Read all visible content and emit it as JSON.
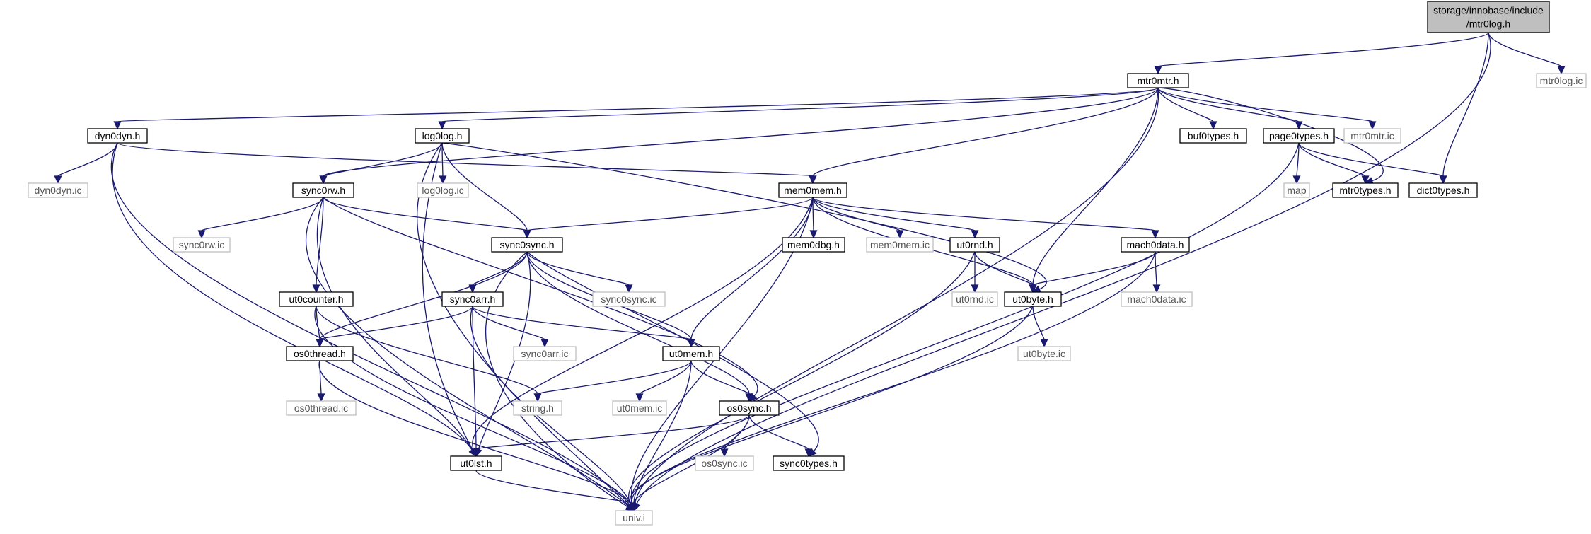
{
  "colors": {
    "edge": "#191970",
    "node_border": "#000000",
    "node_border_grey": "#bfbfbf",
    "root_fill": "#bfbfbf",
    "background": "#ffffff"
  },
  "nodes": [
    {
      "id": "mtr0log_h",
      "lines": [
        "storage/innobase/include",
        "/mtr0log.h"
      ],
      "style": "root"
    },
    {
      "id": "mtr0mtr_h",
      "lines": [
        "mtr0mtr.h"
      ],
      "style": "normal"
    },
    {
      "id": "mtr0log_ic",
      "lines": [
        "mtr0log.ic"
      ],
      "style": "grey"
    },
    {
      "id": "dyn0dyn_h",
      "lines": [
        "dyn0dyn.h"
      ],
      "style": "normal"
    },
    {
      "id": "log0log_h",
      "lines": [
        "log0log.h"
      ],
      "style": "normal"
    },
    {
      "id": "buf0types_h",
      "lines": [
        "buf0types.h"
      ],
      "style": "normal"
    },
    {
      "id": "page0types_h",
      "lines": [
        "page0types.h"
      ],
      "style": "normal"
    },
    {
      "id": "mtr0mtr_ic",
      "lines": [
        "mtr0mtr.ic"
      ],
      "style": "grey"
    },
    {
      "id": "dyn0dyn_ic",
      "lines": [
        "dyn0dyn.ic"
      ],
      "style": "grey"
    },
    {
      "id": "sync0rw_h",
      "lines": [
        "sync0rw.h"
      ],
      "style": "normal"
    },
    {
      "id": "log0log_ic",
      "lines": [
        "log0log.ic"
      ],
      "style": "grey"
    },
    {
      "id": "mem0mem_h",
      "lines": [
        "mem0mem.h"
      ],
      "style": "normal"
    },
    {
      "id": "map",
      "lines": [
        "map"
      ],
      "style": "grey"
    },
    {
      "id": "mtr0types_h",
      "lines": [
        "mtr0types.h"
      ],
      "style": "normal"
    },
    {
      "id": "dict0types_h",
      "lines": [
        "dict0types.h"
      ],
      "style": "normal"
    },
    {
      "id": "sync0rw_ic",
      "lines": [
        "sync0rw.ic"
      ],
      "style": "grey"
    },
    {
      "id": "sync0sync_h",
      "lines": [
        "sync0sync.h"
      ],
      "style": "normal"
    },
    {
      "id": "mem0dbg_h",
      "lines": [
        "mem0dbg.h"
      ],
      "style": "normal"
    },
    {
      "id": "mem0mem_ic",
      "lines": [
        "mem0mem.ic"
      ],
      "style": "grey"
    },
    {
      "id": "ut0rnd_h",
      "lines": [
        "ut0rnd.h"
      ],
      "style": "normal"
    },
    {
      "id": "mach0data_h",
      "lines": [
        "mach0data.h"
      ],
      "style": "normal"
    },
    {
      "id": "ut0counter_h",
      "lines": [
        "ut0counter.h"
      ],
      "style": "normal"
    },
    {
      "id": "sync0arr_h",
      "lines": [
        "sync0arr.h"
      ],
      "style": "normal"
    },
    {
      "id": "sync0sync_ic",
      "lines": [
        "sync0sync.ic"
      ],
      "style": "grey"
    },
    {
      "id": "ut0rnd_ic",
      "lines": [
        "ut0rnd.ic"
      ],
      "style": "grey"
    },
    {
      "id": "ut0byte_h",
      "lines": [
        "ut0byte.h"
      ],
      "style": "normal"
    },
    {
      "id": "mach0data_ic",
      "lines": [
        "mach0data.ic"
      ],
      "style": "grey"
    },
    {
      "id": "os0thread_h",
      "lines": [
        "os0thread.h"
      ],
      "style": "normal"
    },
    {
      "id": "sync0arr_ic",
      "lines": [
        "sync0arr.ic"
      ],
      "style": "grey"
    },
    {
      "id": "ut0mem_h",
      "lines": [
        "ut0mem.h"
      ],
      "style": "normal"
    },
    {
      "id": "ut0byte_ic",
      "lines": [
        "ut0byte.ic"
      ],
      "style": "grey"
    },
    {
      "id": "os0thread_ic",
      "lines": [
        "os0thread.ic"
      ],
      "style": "grey"
    },
    {
      "id": "string_h",
      "lines": [
        "string.h"
      ],
      "style": "grey"
    },
    {
      "id": "ut0mem_ic",
      "lines": [
        "ut0mem.ic"
      ],
      "style": "grey"
    },
    {
      "id": "os0sync_h",
      "lines": [
        "os0sync.h"
      ],
      "style": "normal"
    },
    {
      "id": "ut0lst_h",
      "lines": [
        "ut0lst.h"
      ],
      "style": "normal"
    },
    {
      "id": "os0sync_ic",
      "lines": [
        "os0sync.ic"
      ],
      "style": "grey"
    },
    {
      "id": "sync0types_h",
      "lines": [
        "sync0types.h"
      ],
      "style": "normal"
    },
    {
      "id": "univ_i",
      "lines": [
        "univ.i"
      ],
      "style": "grey"
    }
  ],
  "edges": [
    [
      "mtr0log_h",
      "mtr0mtr_h"
    ],
    [
      "mtr0log_h",
      "mtr0log_ic"
    ],
    [
      "mtr0log_h",
      "dict0types_h"
    ],
    [
      "mtr0log_h",
      "univ_i"
    ],
    [
      "mtr0mtr_h",
      "dyn0dyn_h"
    ],
    [
      "mtr0mtr_h",
      "log0log_h"
    ],
    [
      "mtr0mtr_h",
      "sync0rw_h"
    ],
    [
      "mtr0mtr_h",
      "mem0mem_h"
    ],
    [
      "mtr0mtr_h",
      "buf0types_h"
    ],
    [
      "mtr0mtr_h",
      "page0types_h"
    ],
    [
      "mtr0mtr_h",
      "mtr0mtr_ic"
    ],
    [
      "mtr0mtr_h",
      "mtr0types_h"
    ],
    [
      "mtr0mtr_h",
      "ut0byte_h"
    ],
    [
      "mtr0mtr_h",
      "univ_i"
    ],
    [
      "dyn0dyn_h",
      "dyn0dyn_ic"
    ],
    [
      "dyn0dyn_h",
      "mem0mem_h"
    ],
    [
      "dyn0dyn_h",
      "ut0lst_h"
    ],
    [
      "dyn0dyn_h",
      "univ_i"
    ],
    [
      "log0log_h",
      "sync0rw_h"
    ],
    [
      "log0log_h",
      "log0log_ic"
    ],
    [
      "log0log_h",
      "sync0sync_h"
    ],
    [
      "log0log_h",
      "ut0byte_h"
    ],
    [
      "log0log_h",
      "ut0lst_h"
    ],
    [
      "log0log_h",
      "univ_i"
    ],
    [
      "page0types_h",
      "map"
    ],
    [
      "page0types_h",
      "mtr0types_h"
    ],
    [
      "page0types_h",
      "dict0types_h"
    ],
    [
      "page0types_h",
      "univ_i"
    ],
    [
      "sync0rw_h",
      "sync0rw_ic"
    ],
    [
      "sync0rw_h",
      "sync0sync_h"
    ],
    [
      "sync0rw_h",
      "ut0counter_h"
    ],
    [
      "sync0rw_h",
      "os0sync_h"
    ],
    [
      "sync0rw_h",
      "ut0lst_h"
    ],
    [
      "sync0rw_h",
      "univ_i"
    ],
    [
      "mem0mem_h",
      "sync0sync_h"
    ],
    [
      "mem0mem_h",
      "mem0dbg_h"
    ],
    [
      "mem0mem_h",
      "mem0mem_ic"
    ],
    [
      "mem0mem_h",
      "ut0rnd_h"
    ],
    [
      "mem0mem_h",
      "mach0data_h"
    ],
    [
      "mem0mem_h",
      "ut0byte_h"
    ],
    [
      "mem0mem_h",
      "ut0mem_h"
    ],
    [
      "mem0mem_h",
      "ut0lst_h"
    ],
    [
      "mem0mem_h",
      "univ_i"
    ],
    [
      "sync0sync_h",
      "sync0arr_h"
    ],
    [
      "sync0sync_h",
      "sync0sync_ic"
    ],
    [
      "sync0sync_h",
      "os0thread_h"
    ],
    [
      "sync0sync_h",
      "ut0mem_h"
    ],
    [
      "sync0sync_h",
      "os0sync_h"
    ],
    [
      "sync0sync_h",
      "sync0types_h"
    ],
    [
      "sync0sync_h",
      "ut0lst_h"
    ],
    [
      "sync0sync_h",
      "univ_i"
    ],
    [
      "ut0rnd_h",
      "ut0rnd_ic"
    ],
    [
      "ut0rnd_h",
      "ut0byte_h"
    ],
    [
      "ut0rnd_h",
      "univ_i"
    ],
    [
      "mach0data_h",
      "mach0data_ic"
    ],
    [
      "mach0data_h",
      "ut0byte_h"
    ],
    [
      "mach0data_h",
      "univ_i"
    ],
    [
      "ut0counter_h",
      "os0thread_h"
    ],
    [
      "ut0counter_h",
      "string_h"
    ],
    [
      "ut0counter_h",
      "univ_i"
    ],
    [
      "sync0arr_h",
      "sync0arr_ic"
    ],
    [
      "sync0arr_h",
      "os0thread_h"
    ],
    [
      "sync0arr_h",
      "ut0mem_h"
    ],
    [
      "sync0arr_h",
      "ut0lst_h"
    ],
    [
      "sync0arr_h",
      "univ_i"
    ],
    [
      "ut0byte_h",
      "ut0byte_ic"
    ],
    [
      "ut0byte_h",
      "univ_i"
    ],
    [
      "os0thread_h",
      "os0thread_ic"
    ],
    [
      "os0thread_h",
      "univ_i"
    ],
    [
      "ut0mem_h",
      "string_h"
    ],
    [
      "ut0mem_h",
      "ut0mem_ic"
    ],
    [
      "ut0mem_h",
      "os0sync_h"
    ],
    [
      "ut0mem_h",
      "univ_i"
    ],
    [
      "os0sync_h",
      "os0sync_ic"
    ],
    [
      "os0sync_h",
      "sync0types_h"
    ],
    [
      "os0sync_h",
      "ut0lst_h"
    ],
    [
      "os0sync_h",
      "univ_i"
    ],
    [
      "ut0lst_h",
      "univ_i"
    ]
  ]
}
